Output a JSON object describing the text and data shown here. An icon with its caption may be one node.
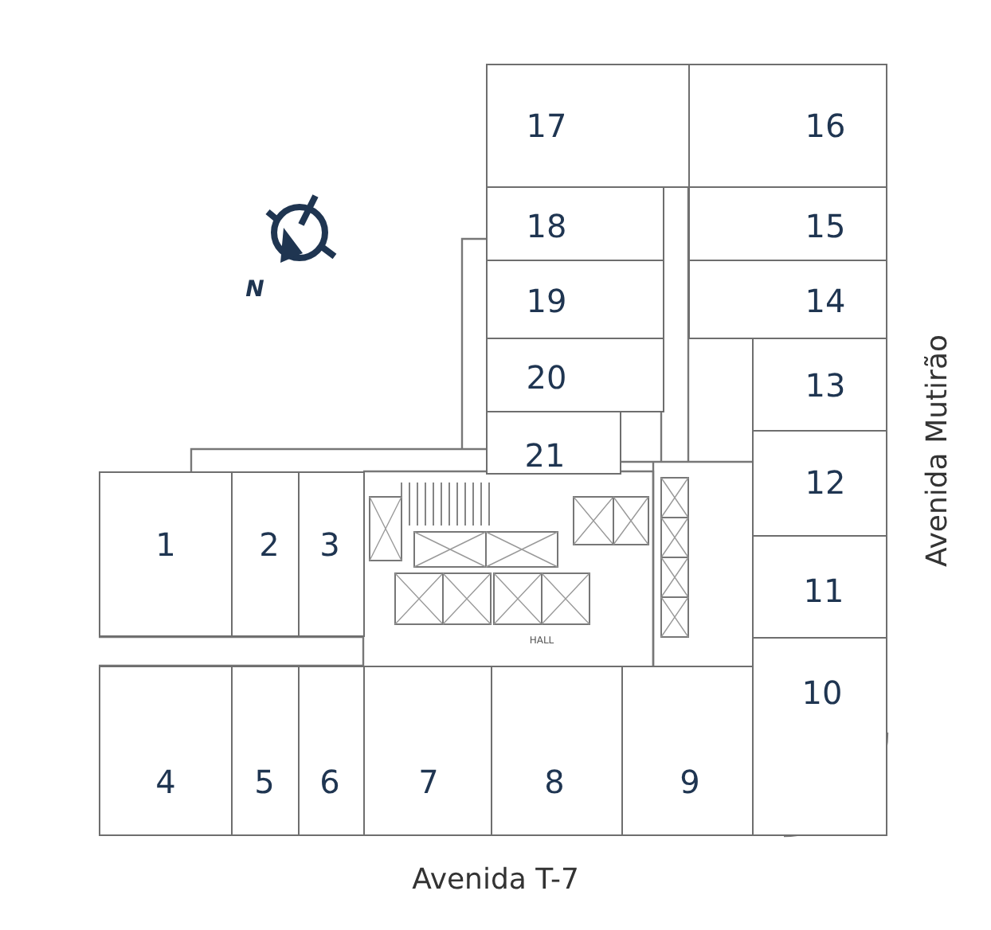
{
  "diagram": {
    "nodes": [
      {
        "text": [
          "1"
        ]
      },
      {
        "text": [
          "2"
        ]
      },
      {
        "text": [
          "3"
        ]
      },
      {
        "text": [
          "4"
        ]
      },
      {
        "text": [
          "5"
        ]
      },
      {
        "text": [
          "6"
        ]
      },
      {
        "text": [
          "7"
        ]
      },
      {
        "text": [
          "8"
        ]
      },
      {
        "text": [
          "9"
        ]
      },
      {
        "text": [
          "10"
        ]
      },
      {
        "text": [
          "11"
        ]
      },
      {
        "text": [
          "12"
        ]
      },
      {
        "text": [
          "13"
        ]
      },
      {
        "text": [
          "14"
        ]
      },
      {
        "text": [
          "15"
        ]
      },
      {
        "text": [
          "16"
        ]
      },
      {
        "text": [
          "17"
        ]
      },
      {
        "text": [
          "18"
        ]
      },
      {
        "text": [
          "19"
        ]
      },
      {
        "text": [
          "20"
        ]
      },
      {
        "text": [
          "21"
        ]
      }
    ],
    "edges": [],
    "labels": [
      "N",
      "HALL",
      "Avenida Mutirão",
      "Avenida T-7"
    ]
  }
}
